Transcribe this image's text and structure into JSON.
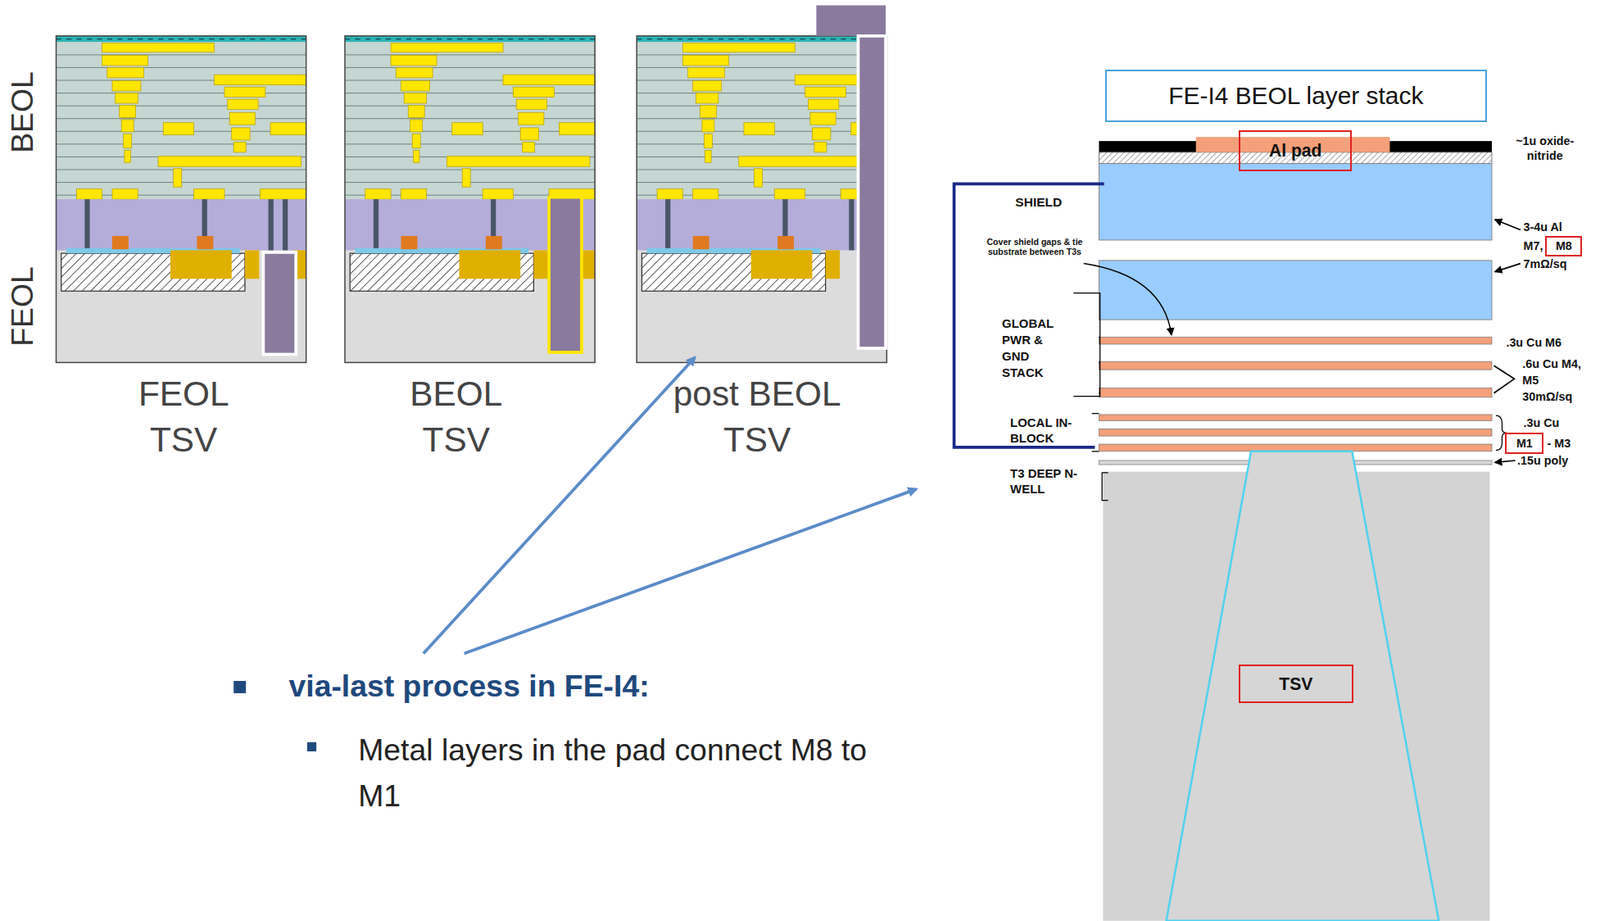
{
  "diagram": {
    "nodes": [
      {
        "text": [
          "FE-I4 BEOL layer stack"
        ]
      },
      {
        "text": [
          "Al pad"
        ]
      },
      {
        "text": [
          "M8"
        ]
      },
      {
        "text": [
          "M1"
        ]
      },
      {
        "text": [
          "TSV"
        ]
      }
    ],
    "labels": [
      "BEOL",
      "FEOL",
      "FEOL TSV",
      "BEOL TSV",
      "post BEOL TSV",
      "via-last process in FE-I4:",
      "Metal layers in the pad connect M8 to M1",
      "~1u oxide-nitride",
      "SHIELD",
      "Cover shield gaps & tie substrate between T3s",
      "GLOBAL PWR & GND STACK",
      "LOCAL IN-BLOCK",
      "T3 DEEP N-WELL",
      "3-4u Al",
      "M7,",
      "7mΩ/sq",
      ".3u Cu M6",
      ".6u Cu M4, M5 30mΩ/sq",
      ".3u Cu",
      "- M3",
      ".15u poly"
    ]
  }
}
